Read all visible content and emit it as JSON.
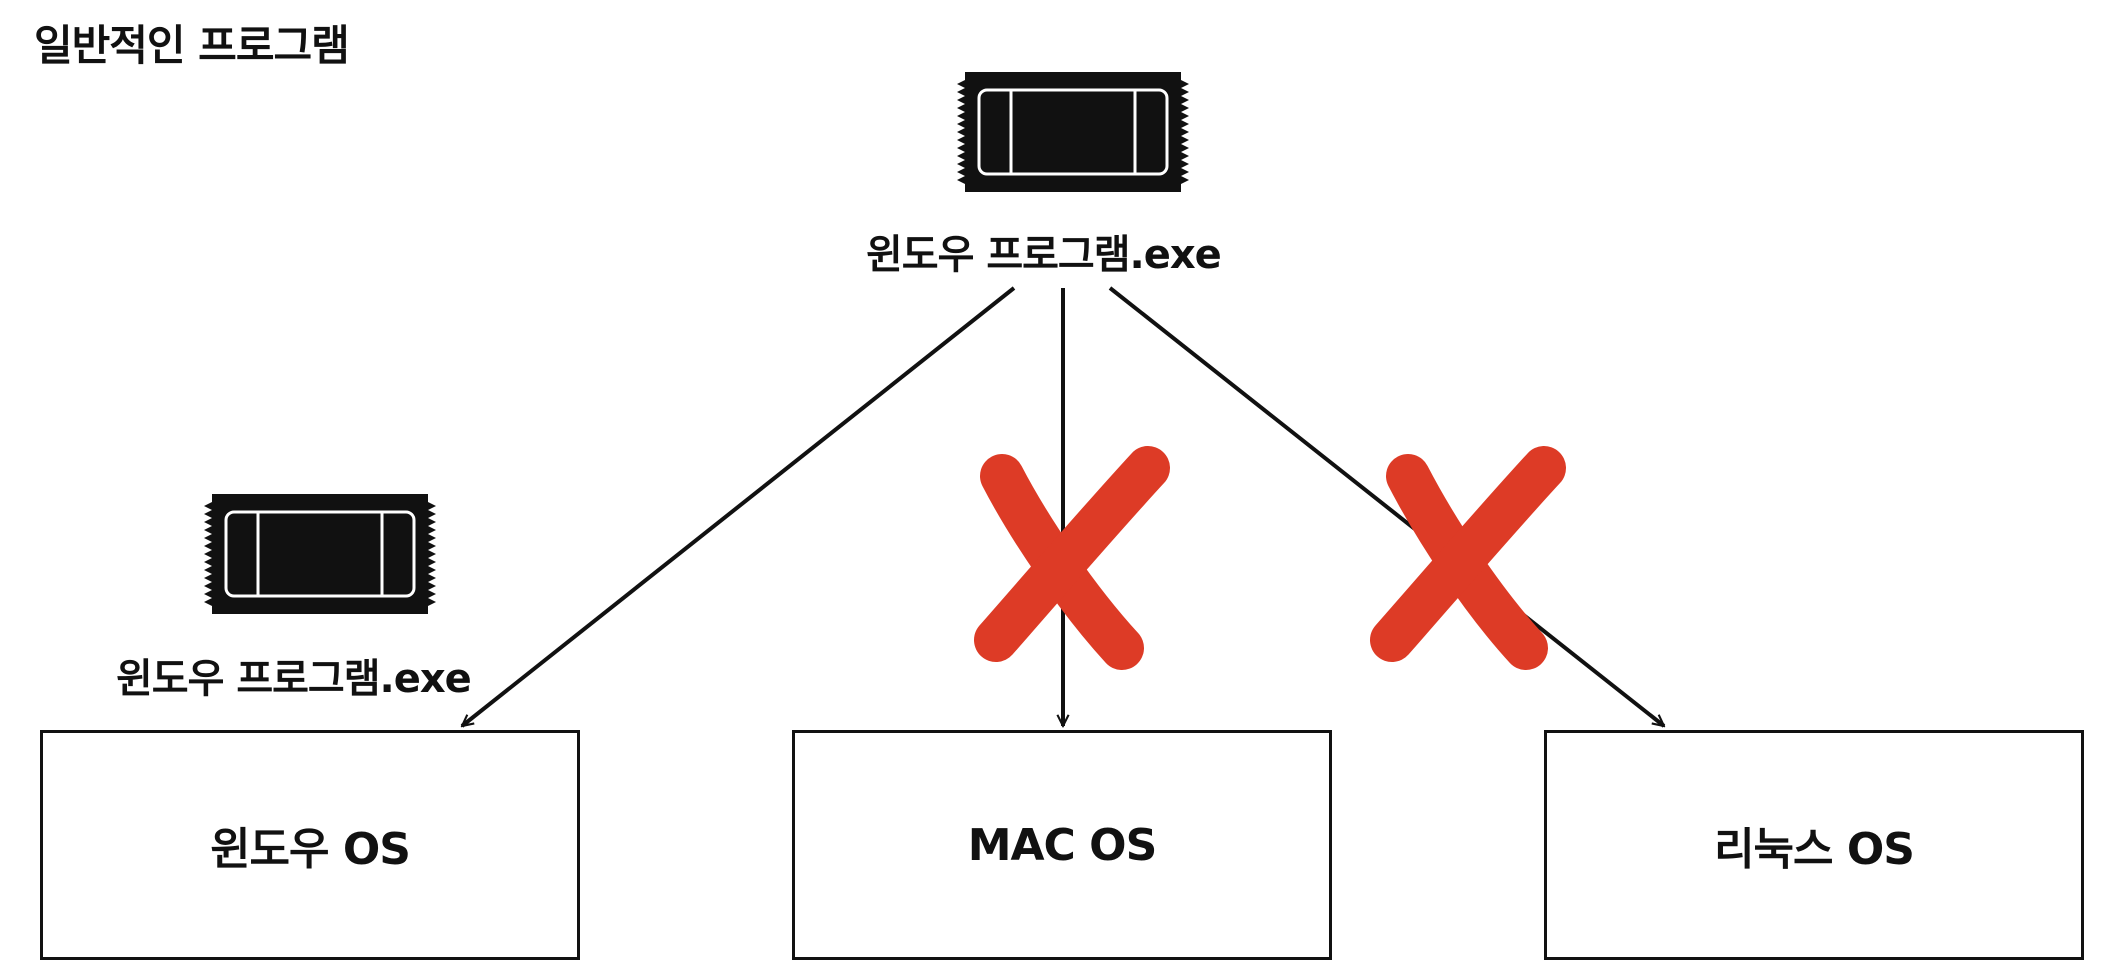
{
  "title": "일반적인 프로그램",
  "program": {
    "top_label": "윈도우 프로그램.exe",
    "left_label": "윈도우 프로그램.exe",
    "icon": "film-strip-icon"
  },
  "os_boxes": [
    {
      "label": "윈도우 OS",
      "supported": true
    },
    {
      "label": "MAC OS",
      "supported": false
    },
    {
      "label": "리눅스 OS",
      "supported": false
    }
  ],
  "colors": {
    "line": "#111111",
    "cross": "#dd3b26",
    "icon_fill": "#111111",
    "icon_stroke": "#ffffff"
  }
}
